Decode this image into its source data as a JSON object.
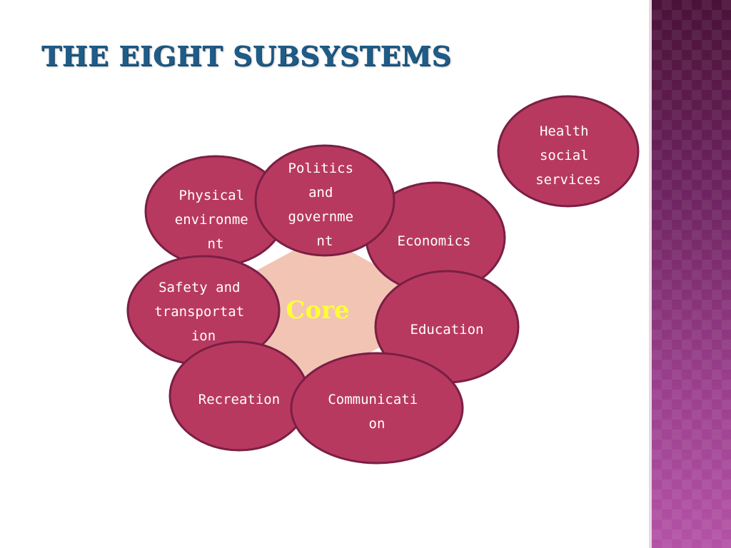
{
  "slide": {
    "title": "THE EIGHT SUBSYSTEMS"
  },
  "diagram": {
    "core": {
      "label": "Core",
      "fill": "#f2c4b4",
      "label_color": "#ffff33"
    },
    "subsystem_fill": "#b8395f",
    "subsystem_stroke": "#7a1f45",
    "subsystems": [
      {
        "id": "physical-environment",
        "lines": [
          "Physical",
          "environme",
          "nt"
        ]
      },
      {
        "id": "economics",
        "lines": [
          "Economics"
        ]
      },
      {
        "id": "education",
        "lines": [
          "Education"
        ]
      },
      {
        "id": "safety-and-transportation",
        "lines": [
          "Safety and",
          "transportat",
          "ion"
        ]
      },
      {
        "id": "recreation",
        "lines": [
          "Recreation"
        ]
      },
      {
        "id": "communication",
        "lines": [
          "Communicati",
          "on"
        ]
      },
      {
        "id": "politics-and-government",
        "lines": [
          "Politics",
          "and",
          "governme",
          "nt"
        ]
      },
      {
        "id": "health-social-services",
        "lines": [
          "Health",
          "social",
          "services"
        ]
      }
    ]
  },
  "theme": {
    "title_color": "#1f5c88",
    "sidebar_color": "#6e2460"
  }
}
